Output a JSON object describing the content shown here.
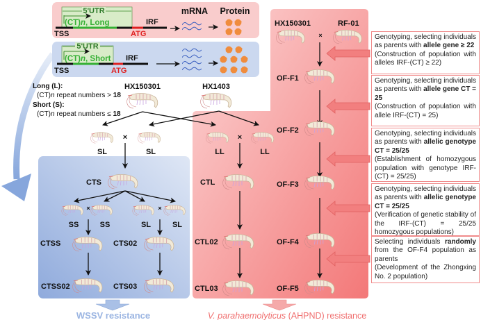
{
  "colors": {
    "pink_panel": "#f9c9c9",
    "blue_panel": "#c9d6ee",
    "red_gradient_end": "#f47d7d",
    "green": "#35b035",
    "red": "#e02020",
    "wave": "#3a5fc0",
    "protein": "#f08c3c",
    "arrow_blue": "#8fb0e0",
    "box_border": "#f08a8a"
  },
  "gene_long": {
    "utr": "5'UTR",
    "ct_label": "(CT)n, Long",
    "ct_prefix": "(CT)",
    "ct_n": "n",
    ", Long": ", Long",
    "suffix": ", Long",
    "irf": "IRF",
    "tss": "TSS",
    "atg": "ATG",
    "mrna": "mRNA",
    "protein": "Protein",
    "mrna_count": 2,
    "protein_count": 4
  },
  "gene_short": {
    "utr": "5'UTR",
    "ct_prefix": "(CT)",
    "ct_n": "n",
    "suffix": ", Short",
    "irf": "IRF",
    "tss": "TSS",
    "atg": "ATG",
    "mrna_count": 4,
    "protein_count": 8
  },
  "legend": {
    "long_title": "Long  (L):",
    "long_prefix": "(CT)",
    "long_n": "n",
    "long_text": " repeat numbers > ",
    "long_value": "18",
    "short_title": "Short (S):",
    "short_prefix": "(CT)",
    "short_n": "n",
    "short_text": " repeat numbers ≤ ",
    "short_value": "18"
  },
  "left_tree": {
    "parent1": "HX150301",
    "parent2": "HX1403",
    "cross": "×",
    "sl1": "SL",
    "sl2": "SL",
    "ll1": "LL",
    "ll2": "LL",
    "cts": "CTS",
    "ss1": "SS",
    "ss2": "SS",
    "sl3": "SL",
    "sl4": "SL",
    "ctss": "CTSS",
    "cts02": "CTS02",
    "ctss02": "CTSS02",
    "cts03": "CTS03",
    "ctl": "CTL",
    "ctl02": "CTL02",
    "ctl03": "CTL03"
  },
  "right_tree": {
    "parent1": "HX150301",
    "parent2": "RF-01",
    "cross": "×",
    "generations": [
      "OF-F1",
      "OF-F2",
      "OF-F3",
      "OF-F4",
      "OF-F5"
    ]
  },
  "boxes": [
    {
      "pre": "Genotyping, selecting individuals as parents with ",
      "bold": "allele gene ≥ 22",
      "post": "(Construction of population with alleles IRF-(CT) ≥ 22)"
    },
    {
      "pre": "Genotyping, selecting individuals as parents with ",
      "bold": "allele gene CT = 25",
      "post": "(Construction of population with allele IRF-(CT) = 25)"
    },
    {
      "pre": "Genotyping, selecting individuals as parents with ",
      "bold": "allelic genotype CT = 25/25",
      "post": "(Establishment of homozygous population with genotype IRF-(CT) = 25/25)"
    },
    {
      "pre": "Genotyping, selecting individuals as parents with ",
      "bold": "allelic genotype CT = 25/25",
      "post": "(Verification of genetic stability of the IRF-(CT) = 25/25 homozygous populations)"
    },
    {
      "pre": "Selecting individuals ",
      "bold": "randomly",
      "mid": " from the OF-F4 population as parents",
      "post": "(Development of the Zhongxing No. 2 population)"
    }
  ],
  "outcomes": {
    "wssv": "WSSV resistance",
    "vp_species": "V. parahaemolyticus",
    "vp_rest": " (AHPND) resistance"
  }
}
